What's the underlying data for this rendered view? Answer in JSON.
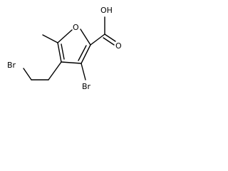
{
  "labels": {
    "ring_oxygen": "O",
    "carboxyl_hydroxyl": "OH",
    "carbonyl_oxygen": "O",
    "ring_bromine": "Br",
    "chain_bromine": "Br"
  }
}
